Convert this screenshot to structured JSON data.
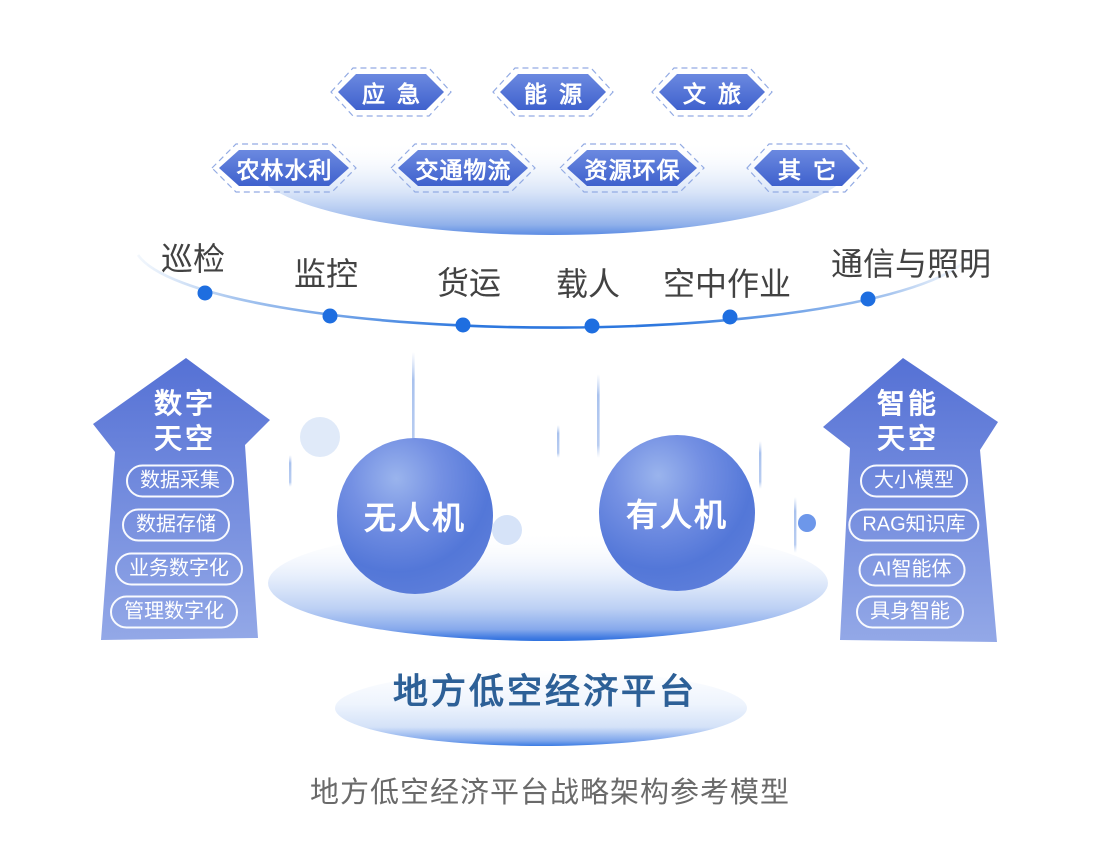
{
  "diagram": {
    "industries_row1": [
      "应急",
      "能源",
      "文旅"
    ],
    "industries_row2": [
      "农林水利",
      "交通物流",
      "资源环保",
      "其它"
    ],
    "scenarios": [
      "巡检",
      "监控",
      "货运",
      "载人",
      "空中作业",
      "通信与照明"
    ],
    "left_pillar": {
      "title_line1": "数字",
      "title_line2": "天空",
      "items": [
        "数据采集",
        "数据存储",
        "业务数字化",
        "管理数字化"
      ]
    },
    "right_pillar": {
      "title_line1": "智能",
      "title_line2": "天空",
      "items": [
        "大小模型",
        "RAG知识库",
        "AI智能体",
        "具身智能"
      ]
    },
    "aircraft": {
      "uav": "无人机",
      "manned": "有人机"
    },
    "platform_label": "地方低空经济平台",
    "caption": "地方低空经济平台战略架构参考模型",
    "colors": {
      "badge_blue": "#4b6cd3",
      "arc_blue": "#2d77de",
      "arrow_blue_top": "#5571d5",
      "arrow_blue_bottom": "#93a8e7",
      "platform_text_blue": "#2d6097",
      "caption_gray": "#6a6a6a"
    }
  }
}
